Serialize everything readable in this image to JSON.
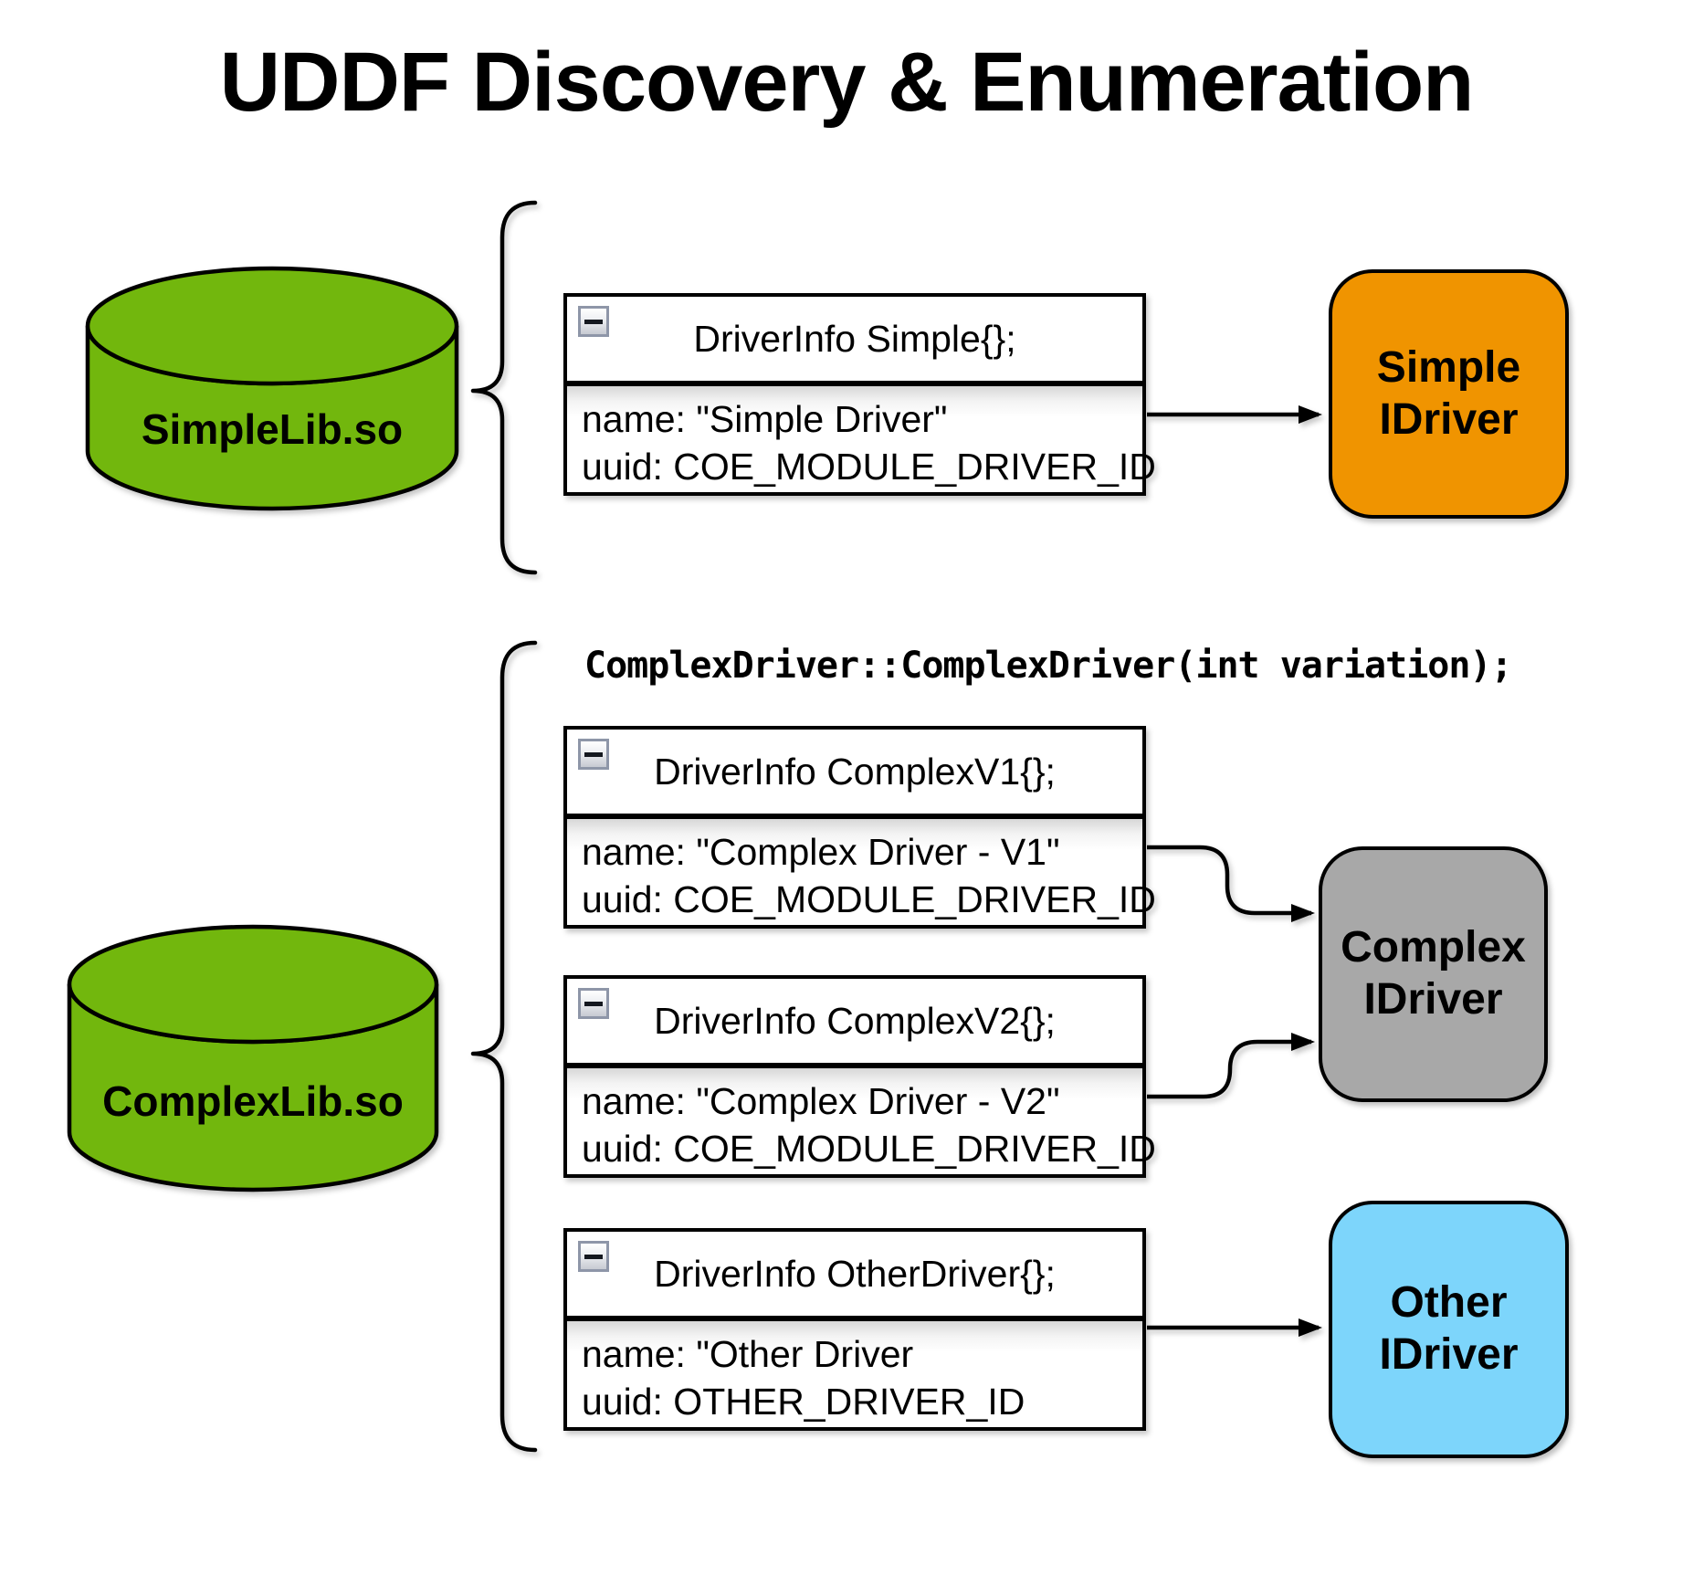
{
  "title": "UDDF Discovery & Enumeration",
  "code_annotation": "ComplexDriver::ComplexDriver(int variation);",
  "libraries": {
    "simple": {
      "label": "SimpleLib.so"
    },
    "complex": {
      "label": "ComplexLib.so"
    }
  },
  "driver_boxes": [
    {
      "header": "DriverInfo Simple{};",
      "name": "name: \"Simple Driver\"",
      "uuid": "uuid: COE_MODULE_DRIVER_ID"
    },
    {
      "header": "DriverInfo ComplexV1{};",
      "name": "name: \"Complex Driver - V1\"",
      "uuid": "uuid: COE_MODULE_DRIVER_ID"
    },
    {
      "header": "DriverInfo ComplexV2{};",
      "name": "name: \"Complex Driver - V2\"",
      "uuid": "uuid: COE_MODULE_DRIVER_ID"
    },
    {
      "header": "DriverInfo OtherDriver{};",
      "name": "name: \"Other Driver",
      "uuid": "uuid: OTHER_DRIVER_ID"
    }
  ],
  "idrivers": [
    {
      "label": "Simple\nIDriver",
      "color": "#F09400"
    },
    {
      "label": "Complex\nIDriver",
      "color": "#A8A8A8"
    },
    {
      "label": "Other\nIDriver",
      "color": "#7DD5FB"
    }
  ],
  "colors": {
    "library_green": "#72B707",
    "simple_idriver_orange": "#F09400",
    "complex_idriver_gray": "#A8A8A8",
    "other_idriver_blue": "#7DD5FB",
    "stroke": "#000000",
    "background": "#FFFFFF"
  }
}
